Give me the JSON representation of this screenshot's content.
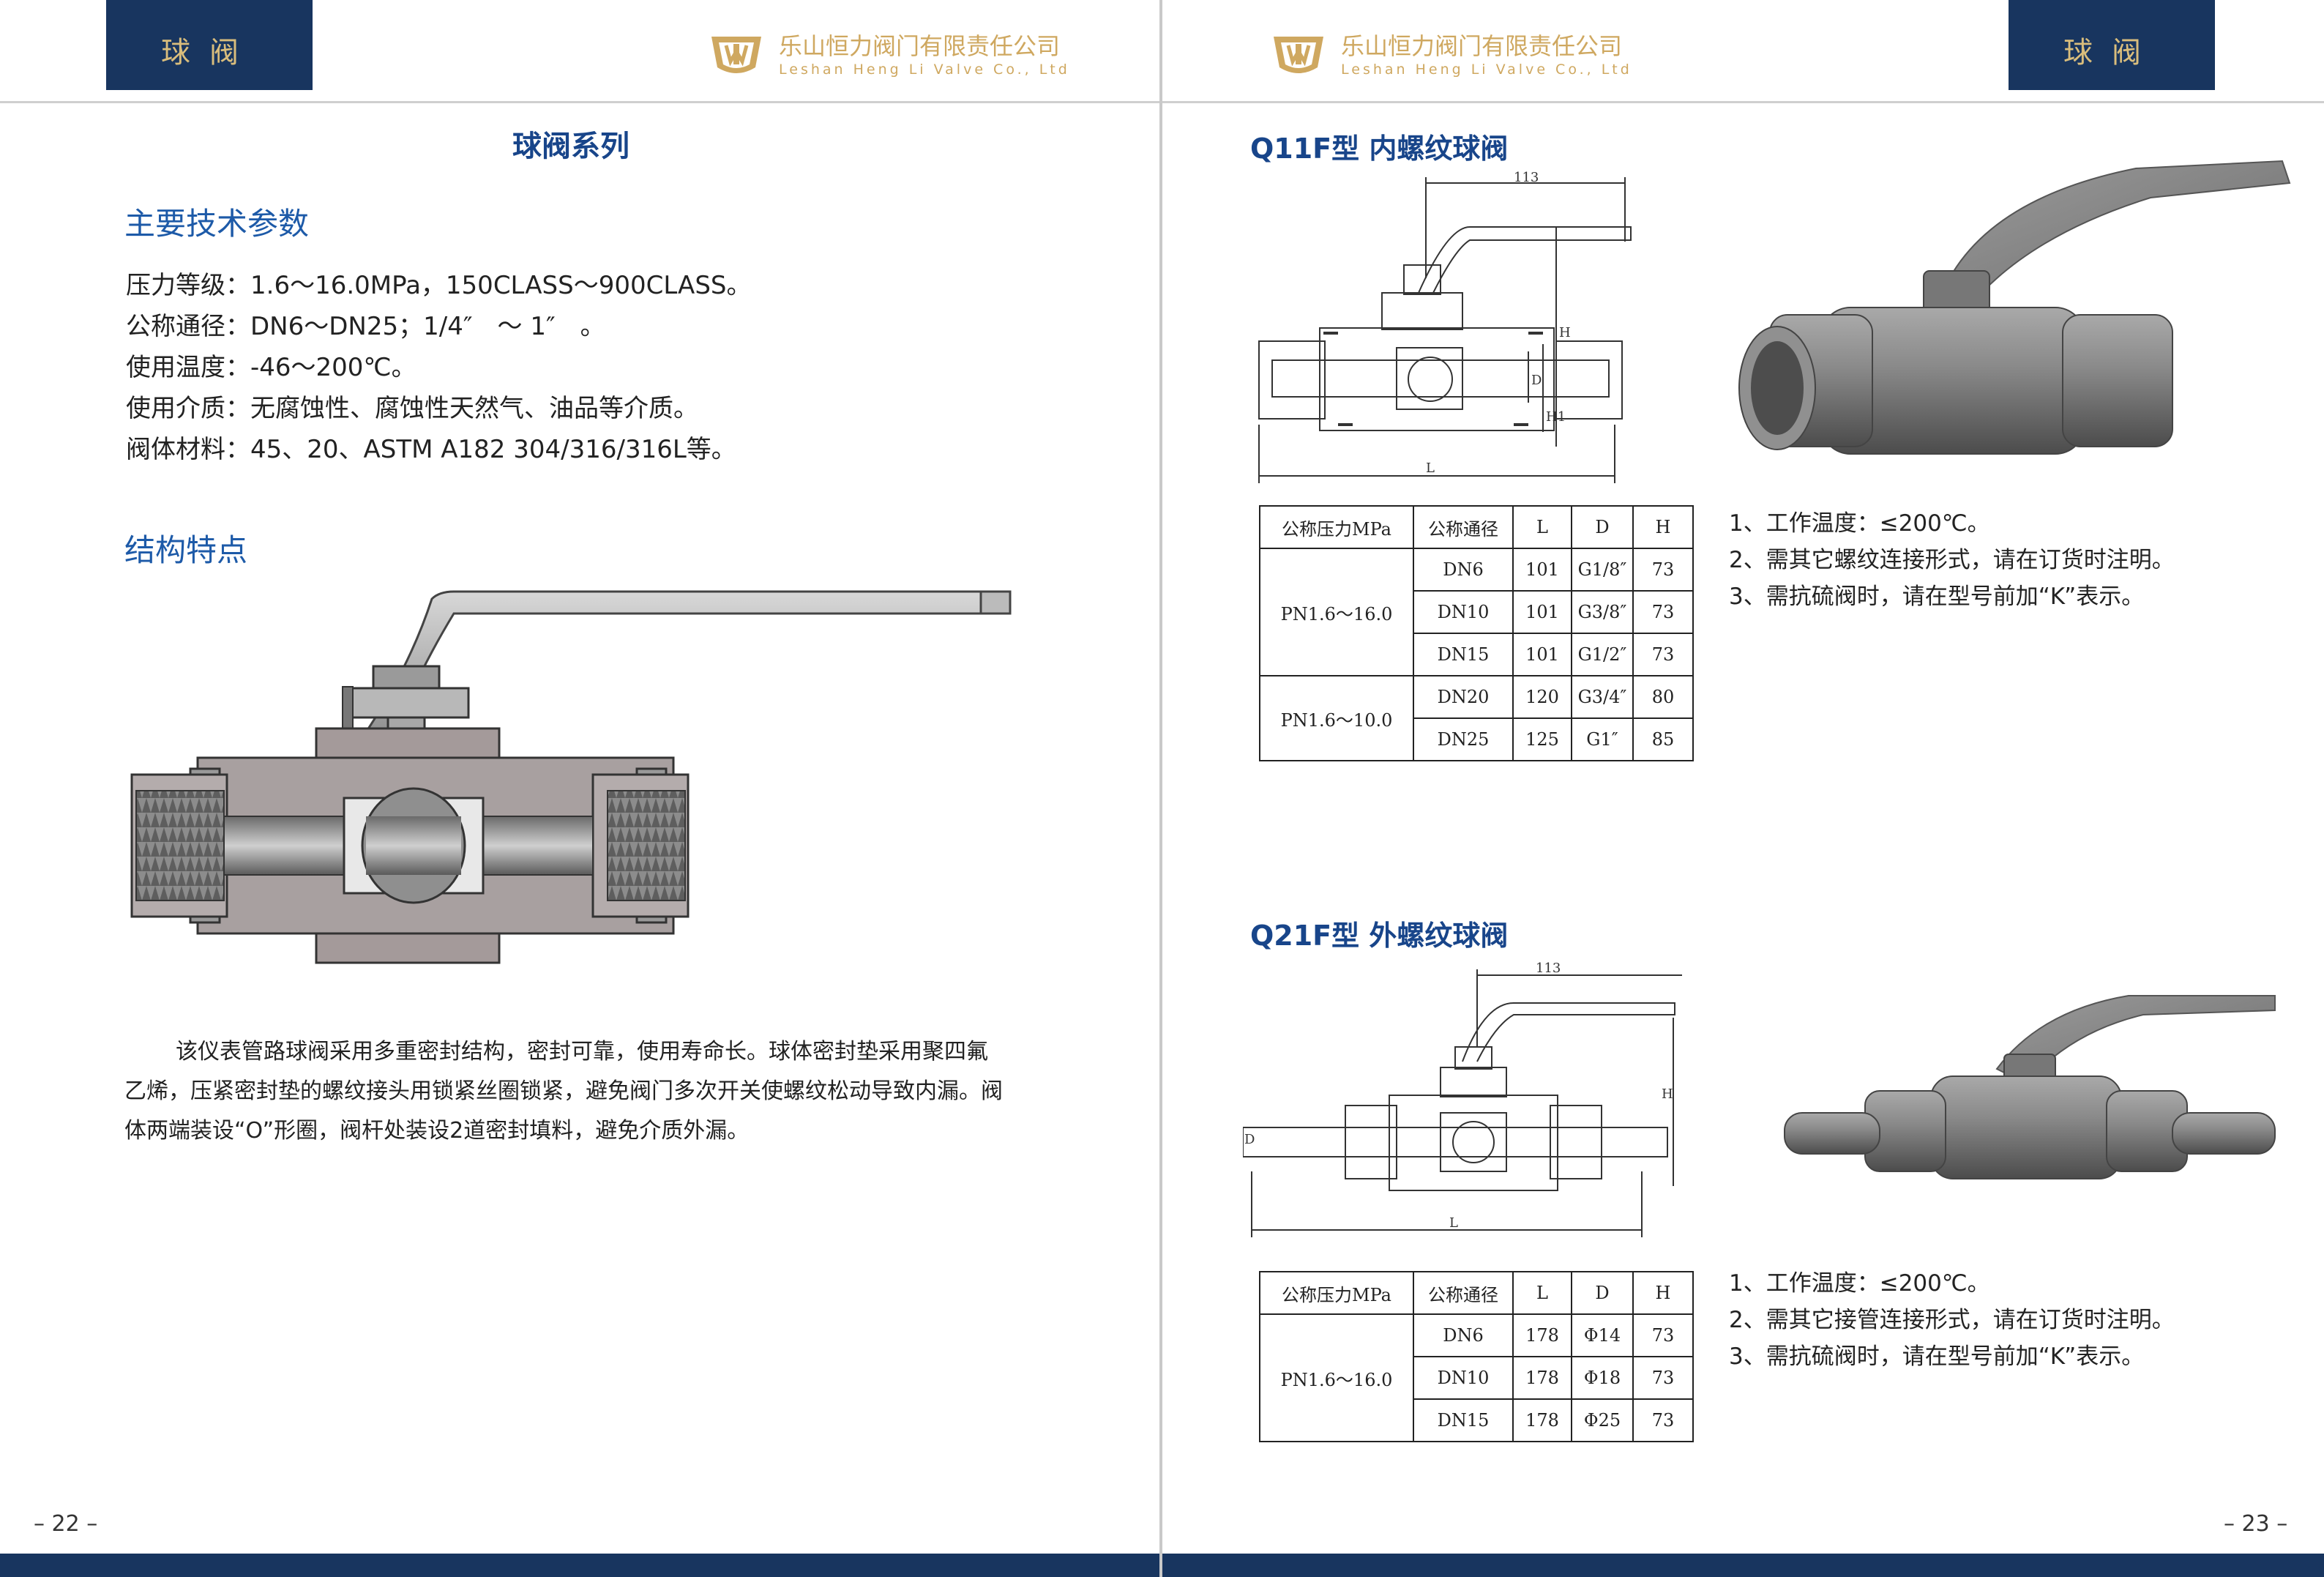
{
  "header": {
    "tab_label": "球阀",
    "company_cn": "乐山恒力阀门有限责任公司",
    "company_en": "Leshan Heng Li Valve Co., Ltd"
  },
  "left_page": {
    "title": "球阀系列",
    "tech_heading": "主要技术参数",
    "specs": [
      "压力等级：1.6～16.0MPa，150CLASS～900CLASS。",
      "公称通径：DN6～DN25；1/4″　～ 1″　。",
      "使用温度：-46～200℃。",
      "使用介质：无腐蚀性、腐蚀性天然气、油品等介质。",
      "阀体材料：45、20、ASTM A182 304/316/316L等。"
    ],
    "struct_heading": "结构特点",
    "description": "该仪表管路球阀采用多重密封结构，密封可靠，使用寿命长。球体密封垫采用聚四氟乙烯，压紧密封垫的螺纹接头用锁紧丝圈锁紧，避免阀门多次开关使螺纹松动导致内漏。阀体两端装设“O”形圈，阀杆处装设2道密封填料，避免介质外漏。",
    "page_number": "22"
  },
  "right_page": {
    "page_number": "23",
    "models": [
      {
        "title": "Q11F型 内螺纹球阀",
        "dim_label": "113",
        "dim_letters": [
          "H",
          "D",
          "H1",
          "L"
        ],
        "headers": [
          "公称压力MPa",
          "公称通径",
          "L",
          "D",
          "H"
        ],
        "groups": [
          {
            "pressure": "PN1.6～16.0",
            "rows": [
              [
                "DN6",
                "101",
                "G1/8″",
                "73"
              ],
              [
                "DN10",
                "101",
                "G3/8″",
                "73"
              ],
              [
                "DN15",
                "101",
                "G1/2″",
                "73"
              ]
            ]
          },
          {
            "pressure": "PN1.6～10.0",
            "rows": [
              [
                "DN20",
                "120",
                "G3/4″",
                "80"
              ],
              [
                "DN25",
                "125",
                "G1″",
                "85"
              ]
            ]
          }
        ],
        "notes": [
          "1、工作温度：≤200℃。",
          "2、需其它螺纹连接形式，请在订货时注明。",
          "3、需抗硫阀时，请在型号前加“K”表示。"
        ]
      },
      {
        "title": "Q21F型 外螺纹球阀",
        "dim_label": "113",
        "dim_letters": [
          "H",
          "D",
          "L"
        ],
        "headers": [
          "公称压力MPa",
          "公称通径",
          "L",
          "D",
          "H"
        ],
        "groups": [
          {
            "pressure": "PN1.6～16.0",
            "rows": [
              [
                "DN6",
                "178",
                "Φ14",
                "73"
              ],
              [
                "DN10",
                "178",
                "Φ18",
                "73"
              ],
              [
                "DN15",
                "178",
                "Φ25",
                "73"
              ]
            ]
          }
        ],
        "notes": [
          "1、工作温度：≤200℃。",
          "2、需其它接管连接形式，请在订货时注明。",
          "3、需抗硫阀时，请在型号前加“K”表示。"
        ]
      }
    ]
  },
  "colors": {
    "navy": "#18355f",
    "gold": "#cfa860",
    "title_blue": "#1d5aa8"
  },
  "icons": [
    "company-logo-icon",
    "valve-cutaway-drawing",
    "valve-3d-render",
    "technical-drawing"
  ]
}
